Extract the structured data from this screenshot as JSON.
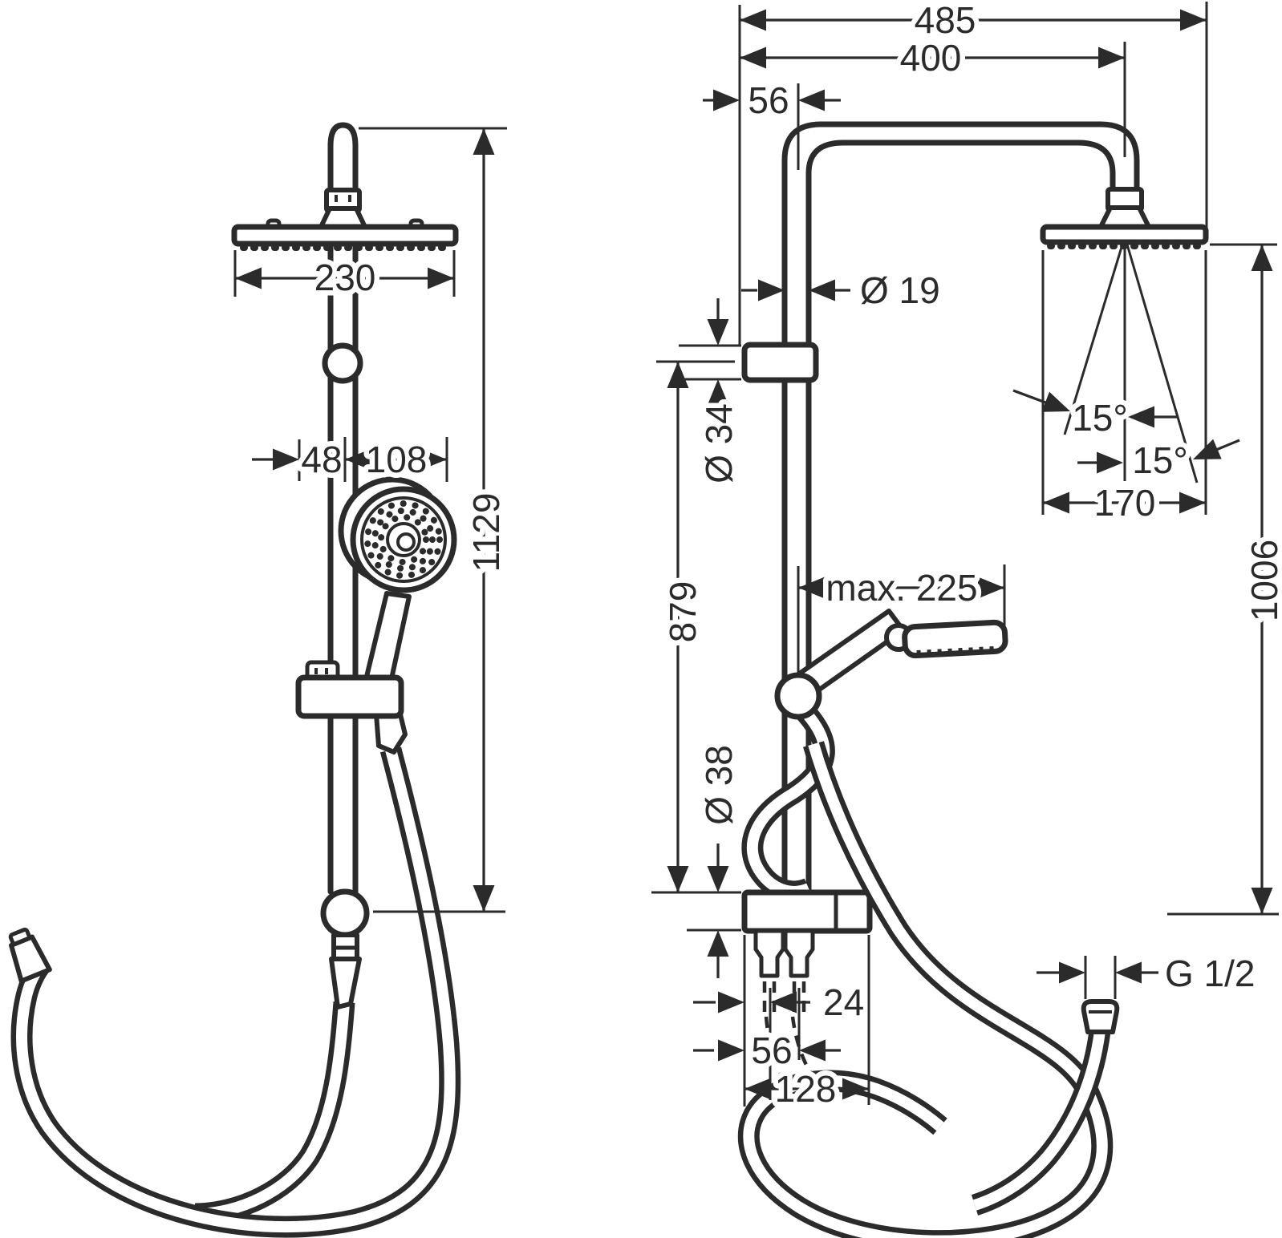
{
  "colors": {
    "line": "#2b2b2b",
    "background": "#ffffff"
  },
  "front_view": {
    "dims": {
      "head_width": "230",
      "bar_offset": "48",
      "hand_shower_offset": "108",
      "total_height": "1129"
    }
  },
  "side_view": {
    "dims": {
      "overall_depth": "485",
      "arm_reach": "400",
      "wall_clearance": "56",
      "pipe_diameter": "Ø 19",
      "bracket_diameter": "Ø 34",
      "bracket_height": "879",
      "base_diameter": "Ø 38",
      "hand_shower_reach": "max. 225",
      "spray_angle_left": "15°",
      "spray_angle_right": "15°",
      "head_depth": "170",
      "head_height": "1006",
      "port_offset": "24",
      "port_spacing": "56",
      "base_width": "128",
      "thread_size": "G 1/2"
    }
  }
}
